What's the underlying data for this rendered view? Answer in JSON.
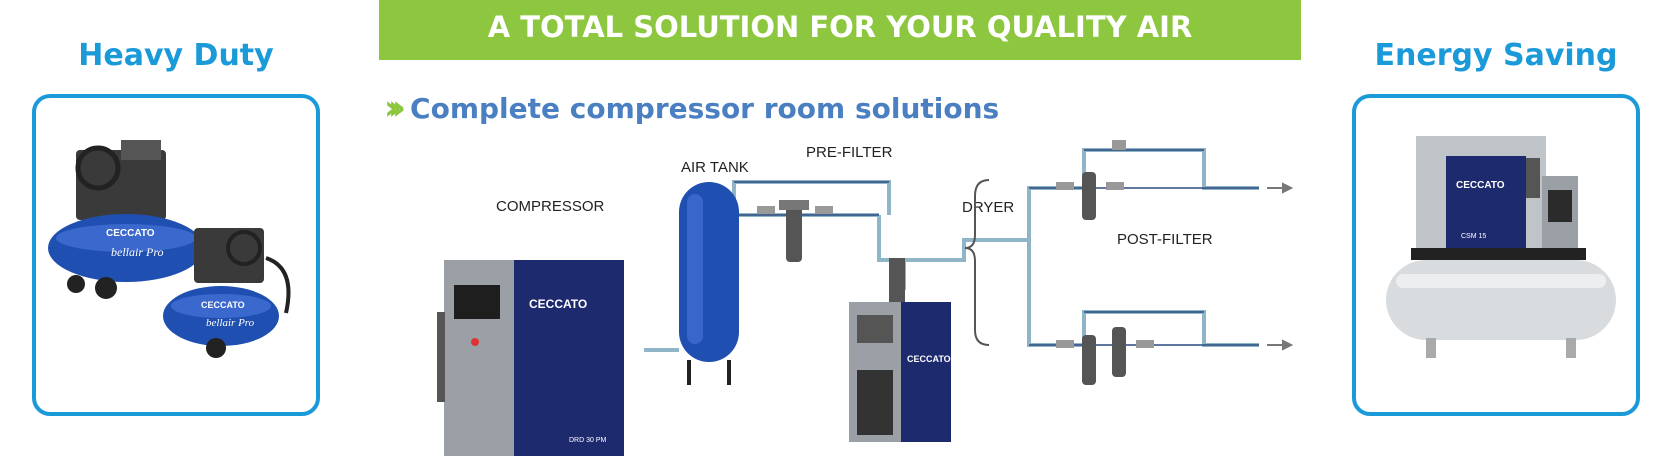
{
  "banner": {
    "title": "A TOTAL SOLUTION FOR YOUR QUALITY AIR"
  },
  "left_panel": {
    "title": "Heavy Duty",
    "brand": "CECCATO",
    "model": "bellair Pro"
  },
  "right_panel": {
    "title": "Energy Saving",
    "brand": "CECCATO",
    "model": "CSM 15"
  },
  "subtitle": {
    "text": "Complete compressor room solutions"
  },
  "diagram": {
    "labels": {
      "compressor": "COMPRESSOR",
      "air_tank": "AIR TANK",
      "pre_filter": "PRE-FILTER",
      "dryer": "DRYER",
      "post_filter": "POST-FILTER"
    },
    "compressor_brand": "CECCATO",
    "compressor_model": "DRD 30 PM",
    "dryer_brand": "CECCATO"
  },
  "colors": {
    "accent_blue": "#1a9ad9",
    "banner_green": "#8dc63f",
    "subtitle_blue": "#4a7fc1",
    "machine_navy": "#1e2a6e"
  }
}
